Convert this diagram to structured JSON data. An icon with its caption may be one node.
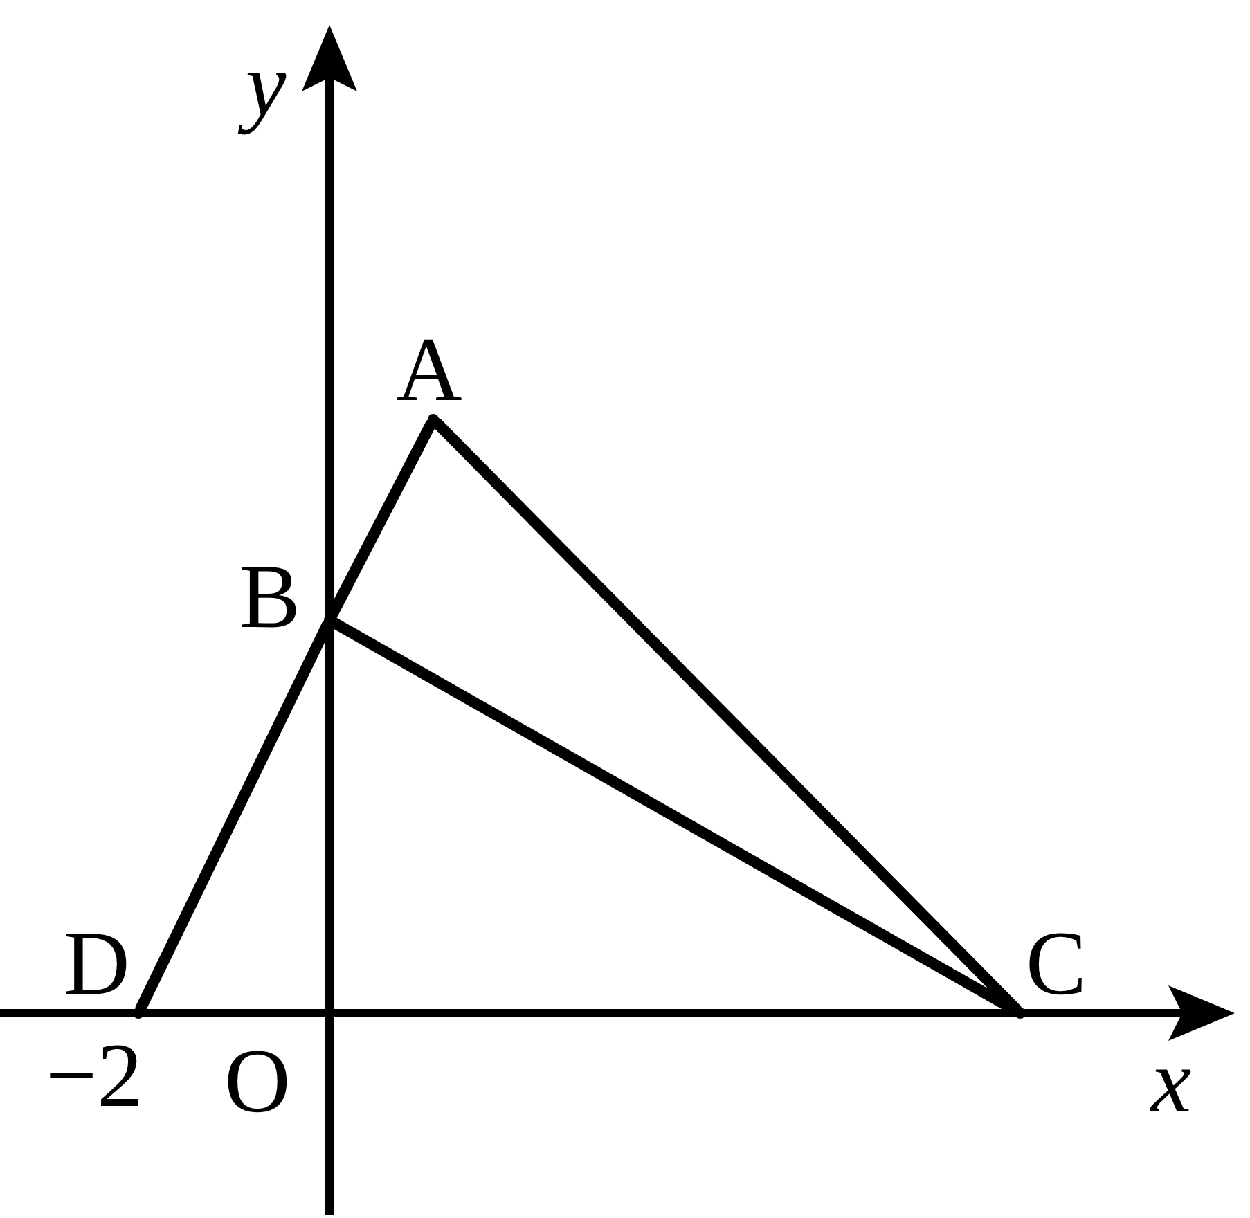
{
  "diagram": {
    "nodes": [
      {
        "text": [],
        "shape": "point",
        "beside": [
          "A"
        ]
      },
      {
        "text": [],
        "shape": "point",
        "beside": [
          "B"
        ]
      },
      {
        "text": [],
        "shape": "point",
        "beside": [
          "C"
        ]
      },
      {
        "text": [],
        "shape": "point",
        "beside": [
          "D"
        ]
      }
    ],
    "edges": [
      {
        "from": 3,
        "to": 1,
        "arrow": "none"
      },
      {
        "from": 1,
        "to": 0,
        "arrow": "none"
      },
      {
        "from": 0,
        "to": 2,
        "arrow": "none"
      },
      {
        "from": 1,
        "to": 2,
        "arrow": "none"
      }
    ],
    "labels": [
      "y",
      "x",
      "−2",
      "O"
    ]
  }
}
